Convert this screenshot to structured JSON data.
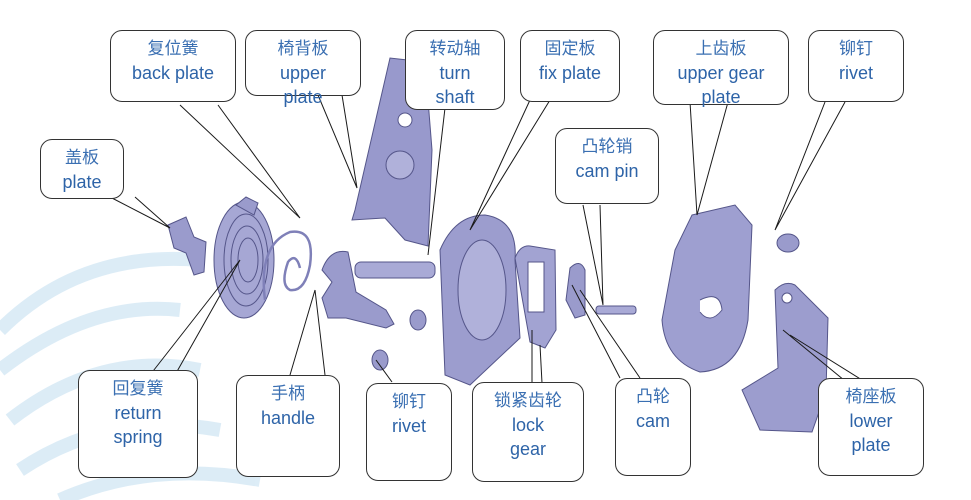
{
  "diagram": {
    "title": "Seat recliner exploded view",
    "accent_text_color": "#2e64a8",
    "part_color": "#8e8fc4",
    "labels": [
      {
        "id": "back-plate",
        "zh": "复位簧",
        "en": "back plate"
      },
      {
        "id": "upper-plate",
        "zh": "椅背板",
        "en": "upper plate"
      },
      {
        "id": "turn-shaft",
        "zh": "转动轴",
        "en": "turn shaft"
      },
      {
        "id": "fix-plate",
        "zh": "固定板",
        "en": "fix plate"
      },
      {
        "id": "upper-gear-plate",
        "zh": "上齿板",
        "en": "upper gear plate"
      },
      {
        "id": "rivet-top",
        "zh": "铆钉",
        "en": "rivet"
      },
      {
        "id": "cover-plate",
        "zh": "盖板",
        "en": "plate"
      },
      {
        "id": "cam-pin",
        "zh": "凸轮销",
        "en": "cam pin"
      },
      {
        "id": "return-spring",
        "zh": "回复簧",
        "en": "return spring"
      },
      {
        "id": "handle",
        "zh": "手柄",
        "en": "handle"
      },
      {
        "id": "rivet-bottom",
        "zh": "铆钉",
        "en": "rivet"
      },
      {
        "id": "lock-gear",
        "zh": "锁紧齿轮",
        "en": "lock gear"
      },
      {
        "id": "cam",
        "zh": "凸轮",
        "en": "cam"
      },
      {
        "id": "lower-plate",
        "zh": "椅座板",
        "en": "lower plate"
      }
    ]
  }
}
